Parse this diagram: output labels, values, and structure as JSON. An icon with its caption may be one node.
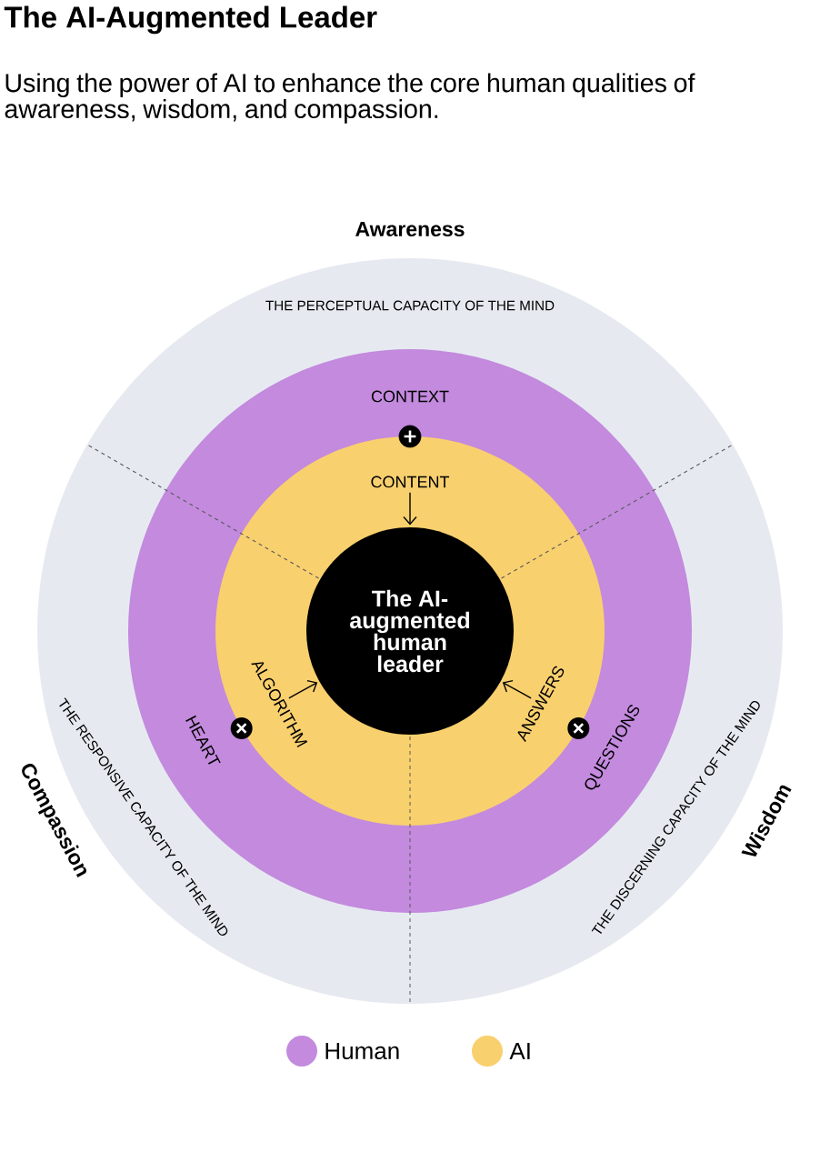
{
  "diagram": {
    "title": "The AI-Augmented Leader",
    "nodes": [
      {
        "text": [
          "THE PERCEPTUAL CAPACITY OF THE MIND",
          "THE RESPONSIVE CAPACITY OF THE MIND",
          "THE DISCERNING CAPACITY OF THE MIND"
        ]
      },
      {
        "text": [
          "CONTEXT",
          "HEART",
          "QUESTIONS"
        ],
        "in": 0
      },
      {
        "text": [],
        "shape": "circle",
        "in": 1
      },
      {
        "text": [
          "CONTENT"
        ],
        "in": 2
      },
      {
        "text": [
          "ALGORITHM"
        ],
        "in": 2
      },
      {
        "text": [
          "ANSWERS"
        ],
        "in": 2
      },
      {
        "text": [
          "The AI-augmented human leader"
        ],
        "in": 2
      }
    ],
    "edges": [
      {
        "from": 3,
        "to": 6,
        "arrow": "to"
      },
      {
        "from": 4,
        "to": 6,
        "arrow": "to"
      },
      {
        "from": 5,
        "to": 6,
        "arrow": "to"
      }
    ],
    "labels": [
      "Using the power of AI to enhance the core human qualities of awareness, wisdom, and compassion.",
      "Awareness",
      "Compassion",
      "Wisdom"
    ],
    "legend": [
      {
        "text": "Human",
        "color": "#c38ade"
      },
      {
        "text": "AI",
        "color": "#f9d06e"
      }
    ]
  }
}
